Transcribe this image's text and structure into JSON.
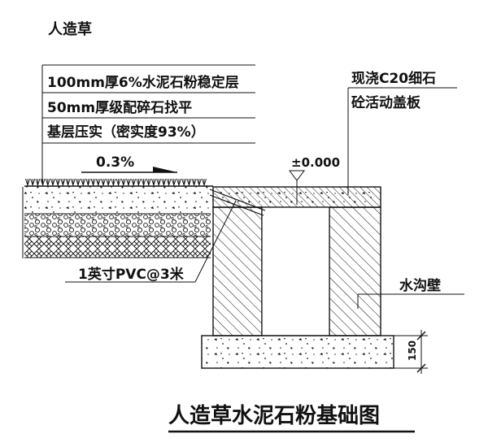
{
  "corner_label": "人造草",
  "layers": [
    "100mm厚6%水泥石粉稳定层",
    "50mm厚级配碎石找平",
    "基层压实（密实度93%）"
  ],
  "slope_label": "0.3%",
  "elevation_label": "±0.000",
  "cover_label_line1": "现浇C20细石",
  "cover_label_line2": "砼活动盖板",
  "pipe_label": "1英寸PVC@3米",
  "wall_label": "水沟壁",
  "dimension_label": "150",
  "caption": "人造草水泥石粉基础图"
}
